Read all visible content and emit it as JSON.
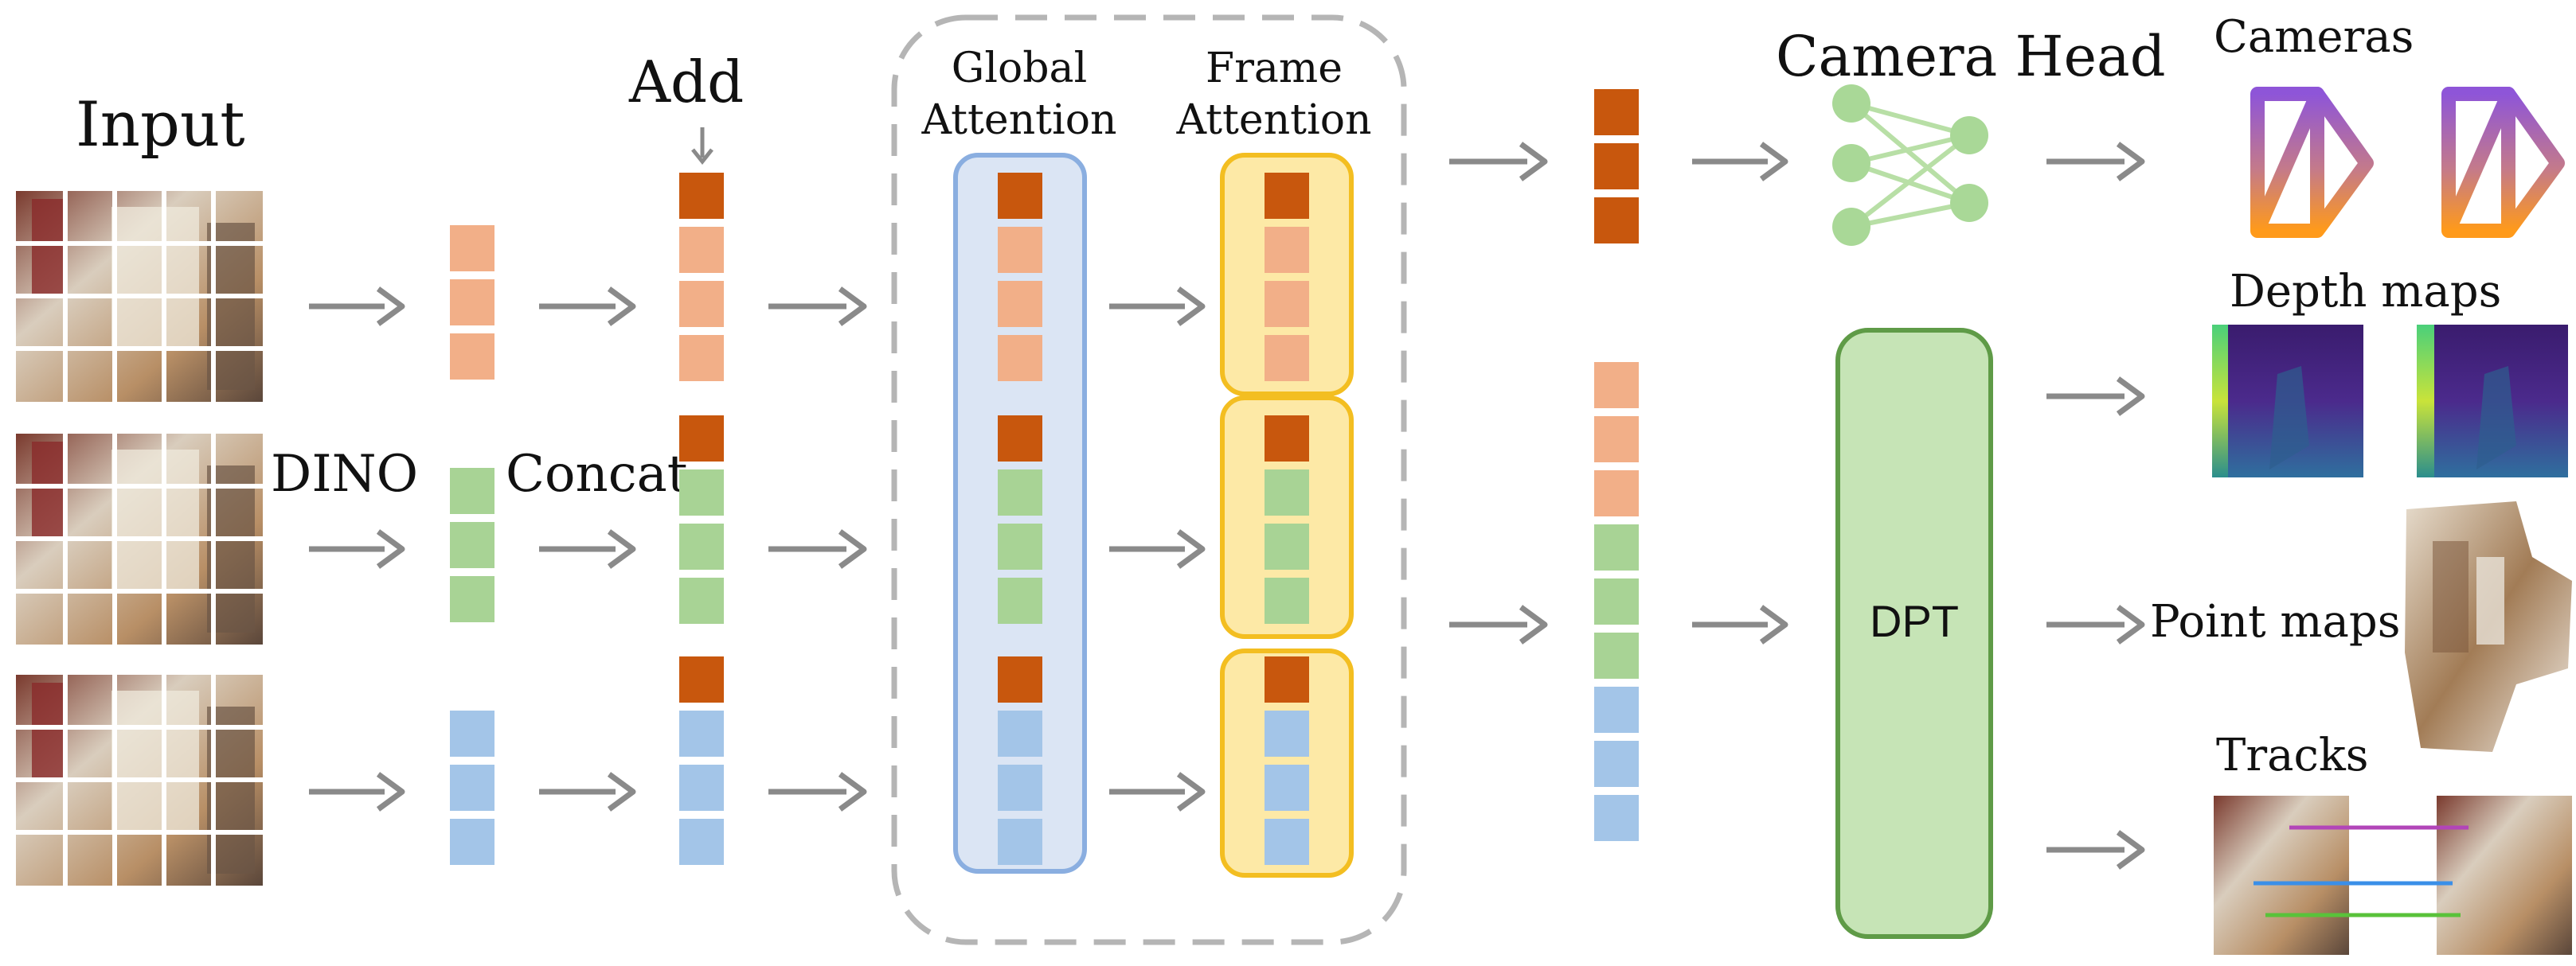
{
  "labels": {
    "input": "Input",
    "dino": "DINO",
    "concat": "Concat",
    "add": "Add",
    "global_attention_line1": "Global",
    "global_attention_line2": "Attention",
    "frame_attention_line1": "Frame",
    "frame_attention_line2": "Attention",
    "camera_head": "Camera Head",
    "dpt": "DPT",
    "cameras": "Cameras",
    "depth_maps": "Depth maps",
    "point_maps": "Point maps",
    "tracks": "Tracks"
  },
  "colors": {
    "camera_token": "#c8570d",
    "orange_token": "#f2af88",
    "green_token": "#a8d395",
    "blue_token": "#a3c5e8",
    "global_block_fill": "#dbe5f4",
    "global_block_stroke": "#8aaee0",
    "frame_block_fill": "#fde9a6",
    "frame_block_stroke": "#f3be21",
    "dpt_fill": "#c6e4b6",
    "dpt_stroke": "#5f9b47",
    "head_node": "#a9d897",
    "arrow": "#8a8a8a",
    "dashed_border": "#b5b5b5"
  }
}
